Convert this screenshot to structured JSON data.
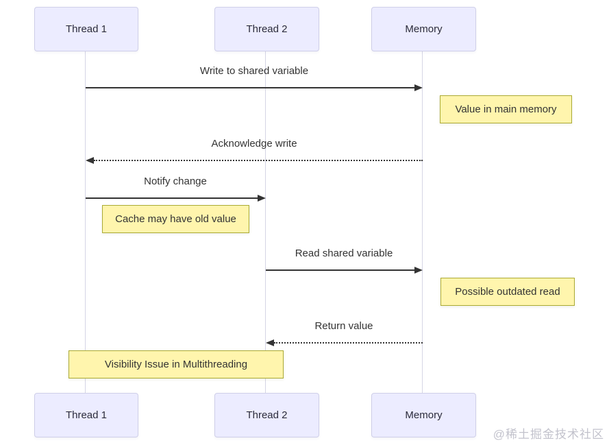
{
  "diagram": {
    "type": "sequence-diagram",
    "actors": [
      {
        "label": "Thread 1"
      },
      {
        "label": "Thread 2"
      },
      {
        "label": "Memory"
      }
    ],
    "messages": [
      {
        "label": "Write to shared variable",
        "from": "Thread 1",
        "to": "Memory",
        "line": "solid"
      },
      {
        "label": "Acknowledge write",
        "from": "Memory",
        "to": "Thread 1",
        "line": "dotted"
      },
      {
        "label": "Notify change",
        "from": "Thread 1",
        "to": "Thread 2",
        "line": "solid"
      },
      {
        "label": "Read shared variable",
        "from": "Thread 2",
        "to": "Memory",
        "line": "solid"
      },
      {
        "label": "Return value",
        "from": "Memory",
        "to": "Thread 2",
        "line": "dotted"
      }
    ],
    "notes": [
      {
        "label": "Value in main memory",
        "position": "right of Memory"
      },
      {
        "label": "Cache may have old value",
        "position": "left of Thread 2"
      },
      {
        "label": "Possible outdated read",
        "position": "right of Memory"
      },
      {
        "label": "Visibility Issue in Multithreading",
        "position": "over Thread 1 and Thread 2"
      }
    ],
    "colors": {
      "actor_fill": "#ECECFF",
      "actor_border": "#CFCFE8",
      "note_fill": "#FFF5AD",
      "note_border": "#AAAA33",
      "message_line": "#333333",
      "lifeline": "#D5D5E5",
      "watermark_text": "#C2C2CC"
    }
  },
  "watermark": {
    "text": "@稀土掘金技术社区"
  }
}
